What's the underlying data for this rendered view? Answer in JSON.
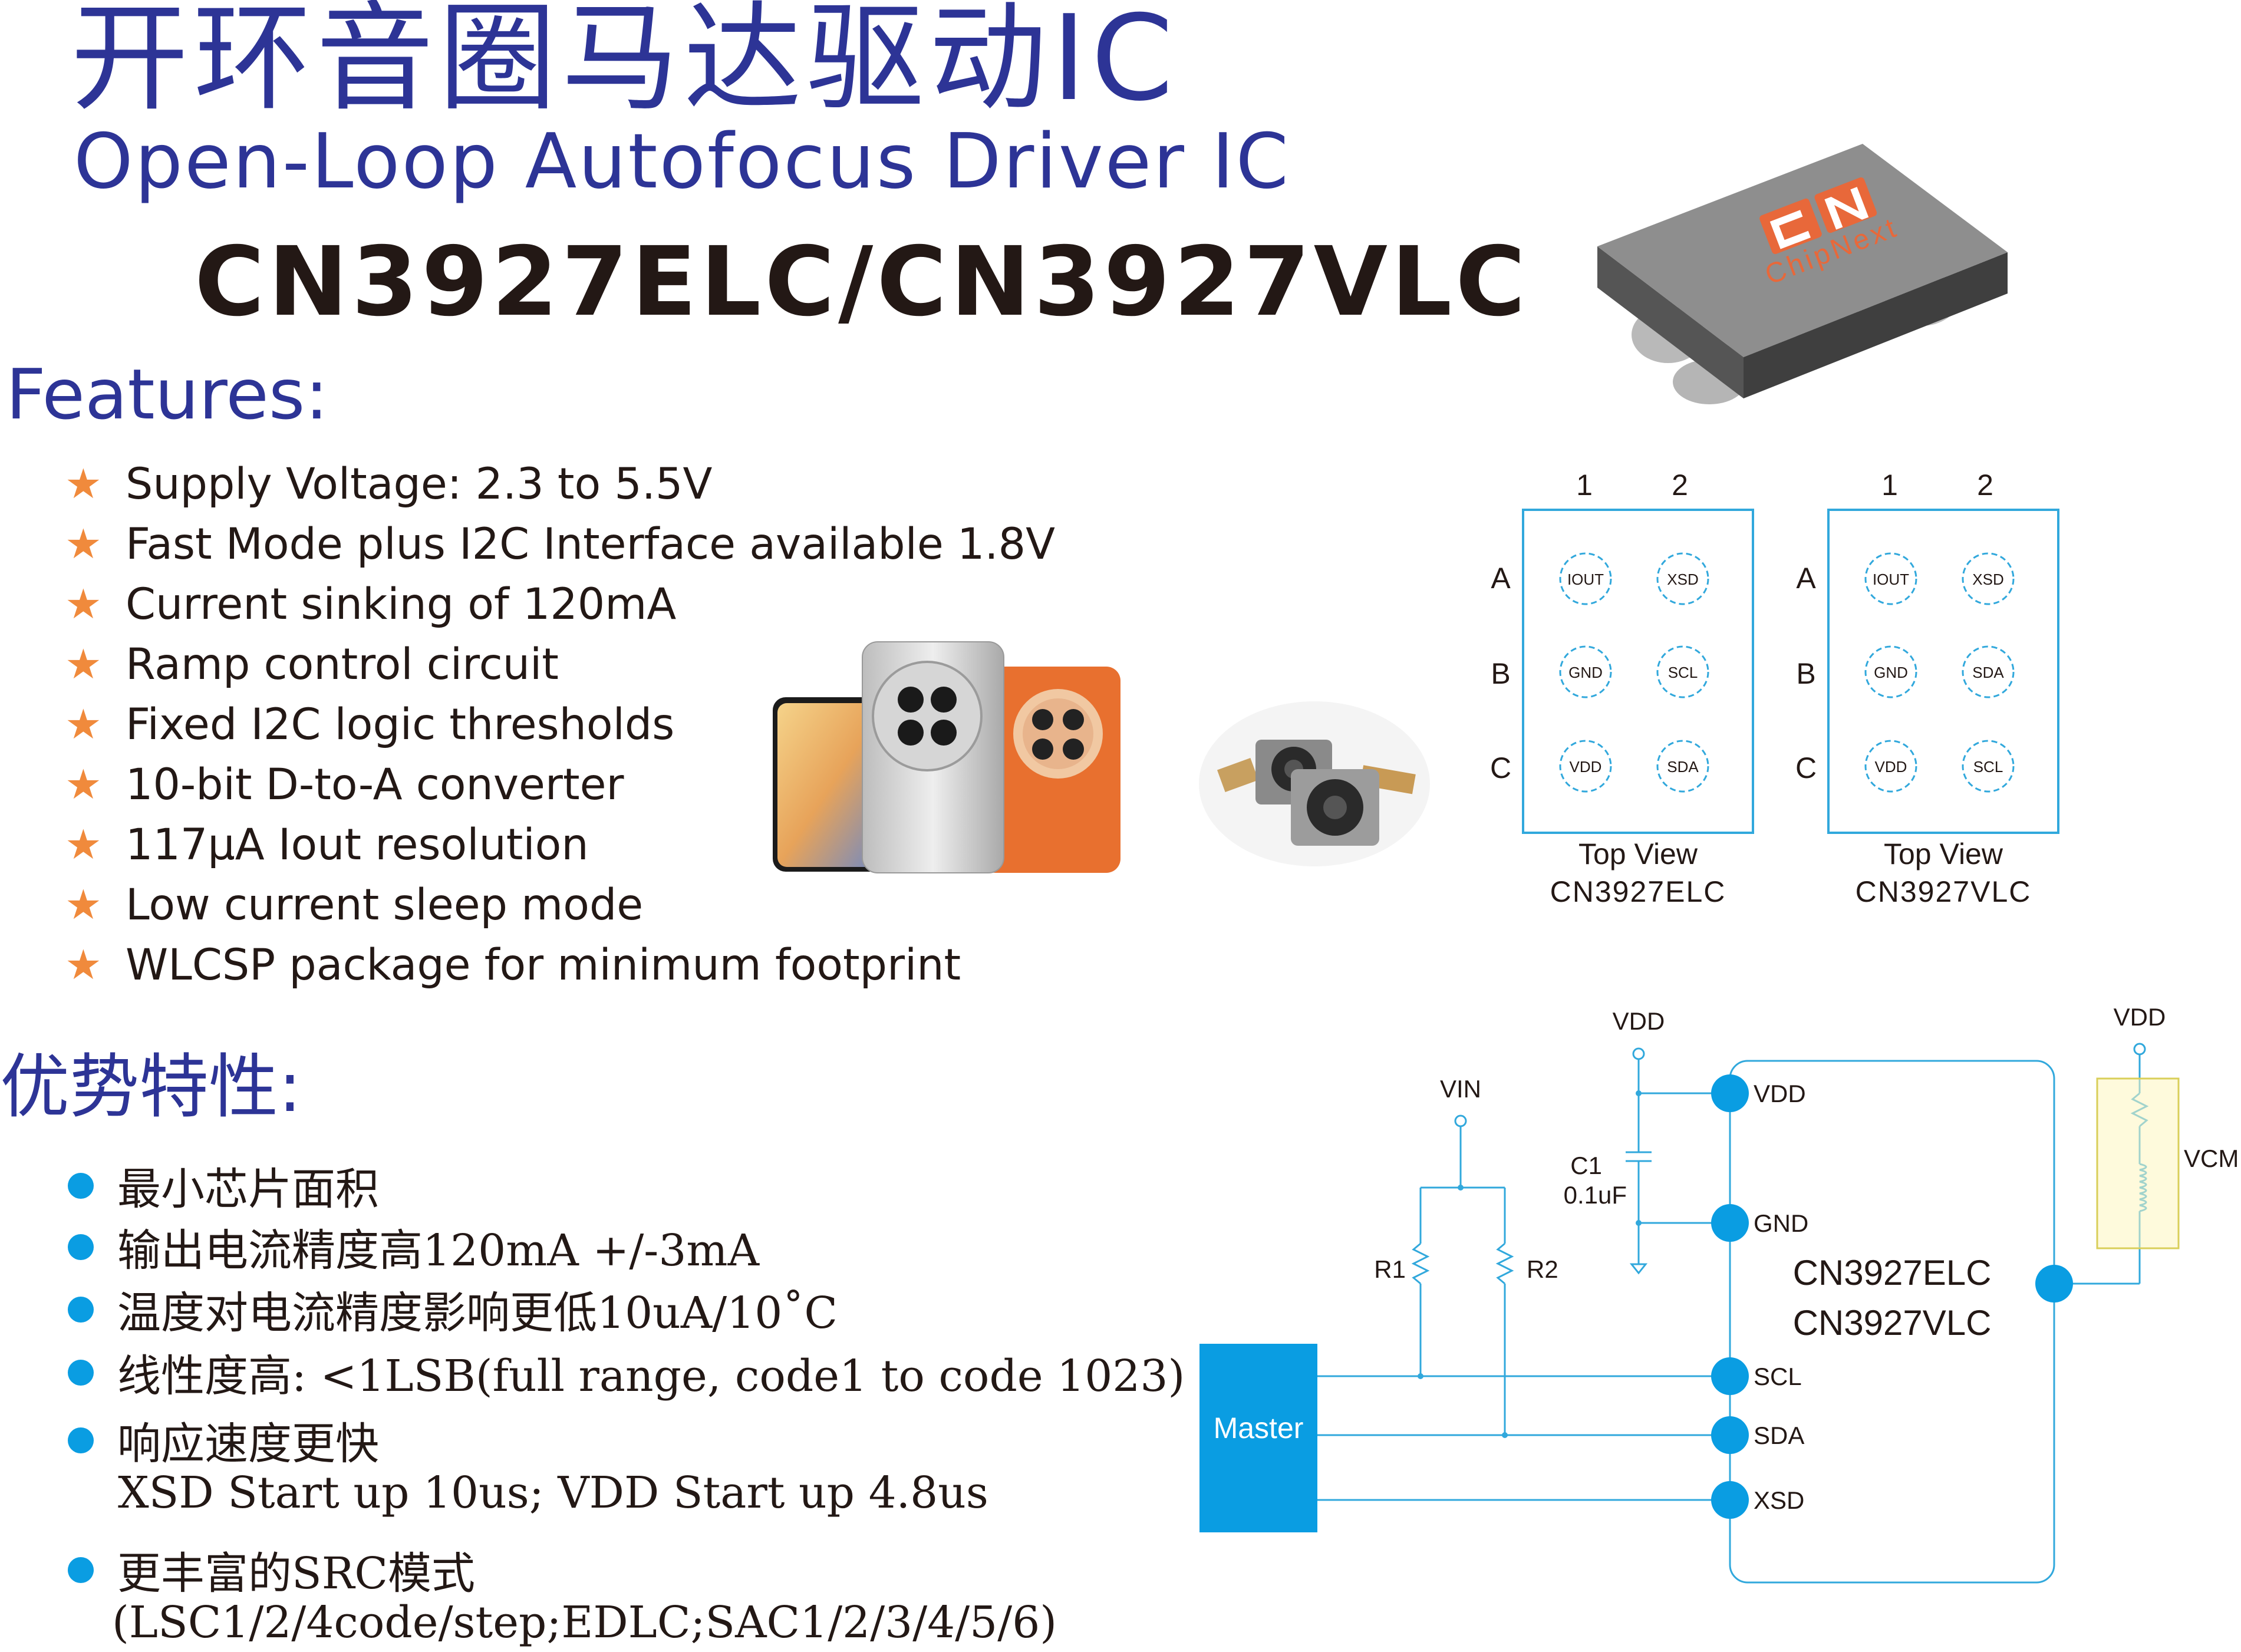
{
  "header": {
    "title_cn": "开环音圈马达驱动IC",
    "title_en": "Open-Loop Autofocus Driver IC",
    "part_number": "CN3927ELC/CN3927VLC"
  },
  "chip": {
    "logo_text": "ChipNext"
  },
  "features": {
    "heading": "Features:",
    "items": [
      "Supply Voltage: 2.3 to 5.5V",
      "Fast Mode plus I2C Interface available 1.8V",
      "Current sinking of 120mA",
      "Ramp control circuit",
      "Fixed I2C logic thresholds",
      "10-bit D-to-A converter",
      "117μA Iout resolution",
      "Low current sleep mode",
      "WLCSP package for minimum footprint"
    ]
  },
  "advantages": {
    "heading": "优势特性:",
    "items": [
      "最小芯片面积",
      "输出电流精度高120mA +/-3mA",
      "温度对电流精度影响更低10uA/10˚C",
      "线性度高: <1LSB(full range, code1 to code 1023)",
      "响应速度更快",
      "更丰富的SRC模式"
    ],
    "sub_items": {
      "response": "XSD Start up 10us; VDD Start up 4.8us",
      "src": "(LSC1/2/4code/step;EDLC;SAC1/2/3/4/5/6)"
    }
  },
  "pinouts": [
    {
      "cols": [
        "1",
        "2"
      ],
      "rows": [
        "A",
        "B",
        "C"
      ],
      "pins": [
        "IOUT",
        "XSD",
        "GND",
        "SCL",
        "VDD",
        "SDA"
      ],
      "view_label": "Top View",
      "part": "CN3927ELC"
    },
    {
      "cols": [
        "1",
        "2"
      ],
      "rows": [
        "A",
        "B",
        "C"
      ],
      "pins": [
        "IOUT",
        "XSD",
        "GND",
        "SDA",
        "VDD",
        "SCL"
      ],
      "view_label": "Top View",
      "part": "CN3927VLC"
    }
  ],
  "schematic": {
    "vdd_top": "VDD",
    "vin": "VIN",
    "c1_name": "C1",
    "c1_value": "0.1uF",
    "r1": "R1",
    "r2": "R2",
    "master": "Master",
    "ic_line1": "CN3927ELC",
    "ic_line2": "CN3927VLC",
    "pins": [
      "VDD",
      "GND",
      "SCL",
      "SDA",
      "XSD"
    ],
    "vdd_right": "VDD",
    "vcm": "VCM"
  },
  "colors": {
    "title_blue": "#2d3496",
    "star_orange": "#f08a3c",
    "bullet_blue": "#0a9de2",
    "pin_blue": "#31a8dc",
    "master_blue": "#0a9de2",
    "chip_top": "#8c8c8c",
    "logo_orange": "#e8683a"
  }
}
